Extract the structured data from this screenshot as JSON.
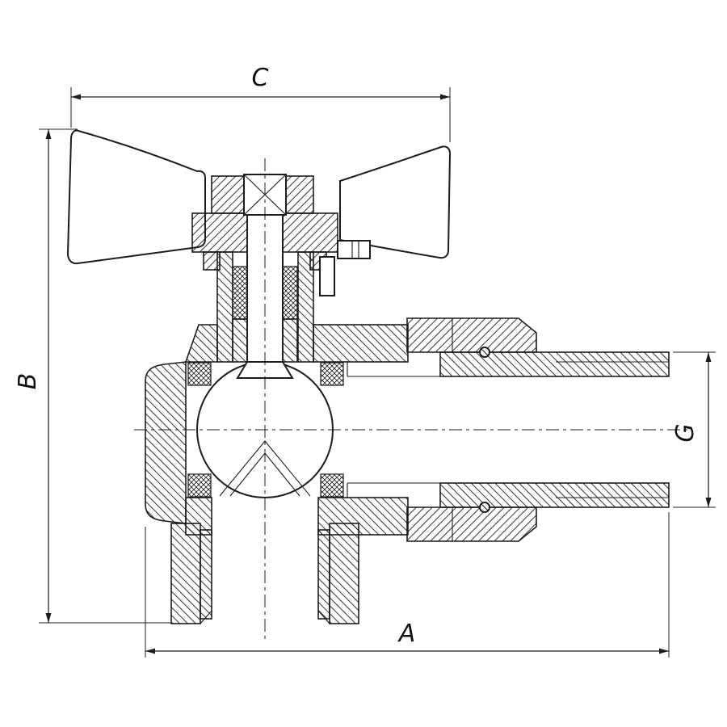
{
  "drawing": {
    "description": "Angle ball valve with butterfly handle, sectional technical drawing with dimensions",
    "labels": {
      "dim_top": "C",
      "dim_left": "B",
      "dim_bottom": "A",
      "dim_right": "G"
    },
    "colors": {
      "line": "#1c1c1c",
      "background": "#ffffff"
    }
  }
}
